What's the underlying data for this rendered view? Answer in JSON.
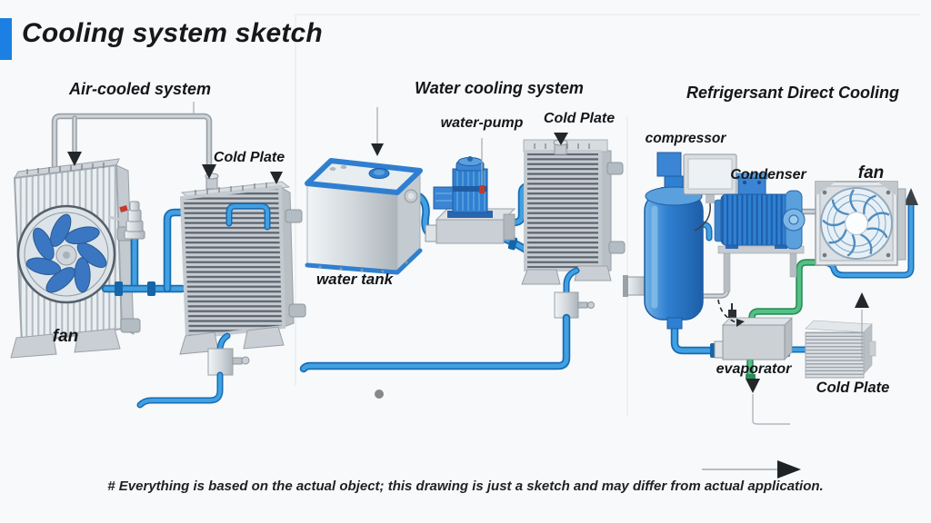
{
  "title": {
    "text": "Cooling system sketch"
  },
  "caption": {
    "text": "# Everything is based on the actual object; this drawing is just a sketch and may differ from actual application."
  },
  "sections": {
    "air": {
      "header": "Air-cooled system",
      "labels": {
        "cold_plate": "Cold Plate",
        "fan": "fan"
      }
    },
    "water": {
      "header": "Water cooling system",
      "labels": {
        "water_pump": "water-pump",
        "cold_plate": "Cold Plate",
        "water_tank": "water tank"
      }
    },
    "refrigerant": {
      "header": "Refrigersant Direct Cooling",
      "labels": {
        "compressor": "compressor",
        "condenser": "Condenser",
        "fan": "fan",
        "evaporator": "evaporator",
        "cold_plate": "Cold Plate"
      }
    }
  },
  "colors": {
    "accent_blue": "#1b7fe3",
    "pipe_blue": "#41a0e2",
    "pipe_green": "#52c185",
    "pipe_gray": "#9aa2a8",
    "machine_blue": "#2f80d2",
    "label_color": "#15161a",
    "background": "#f7f9fa"
  }
}
